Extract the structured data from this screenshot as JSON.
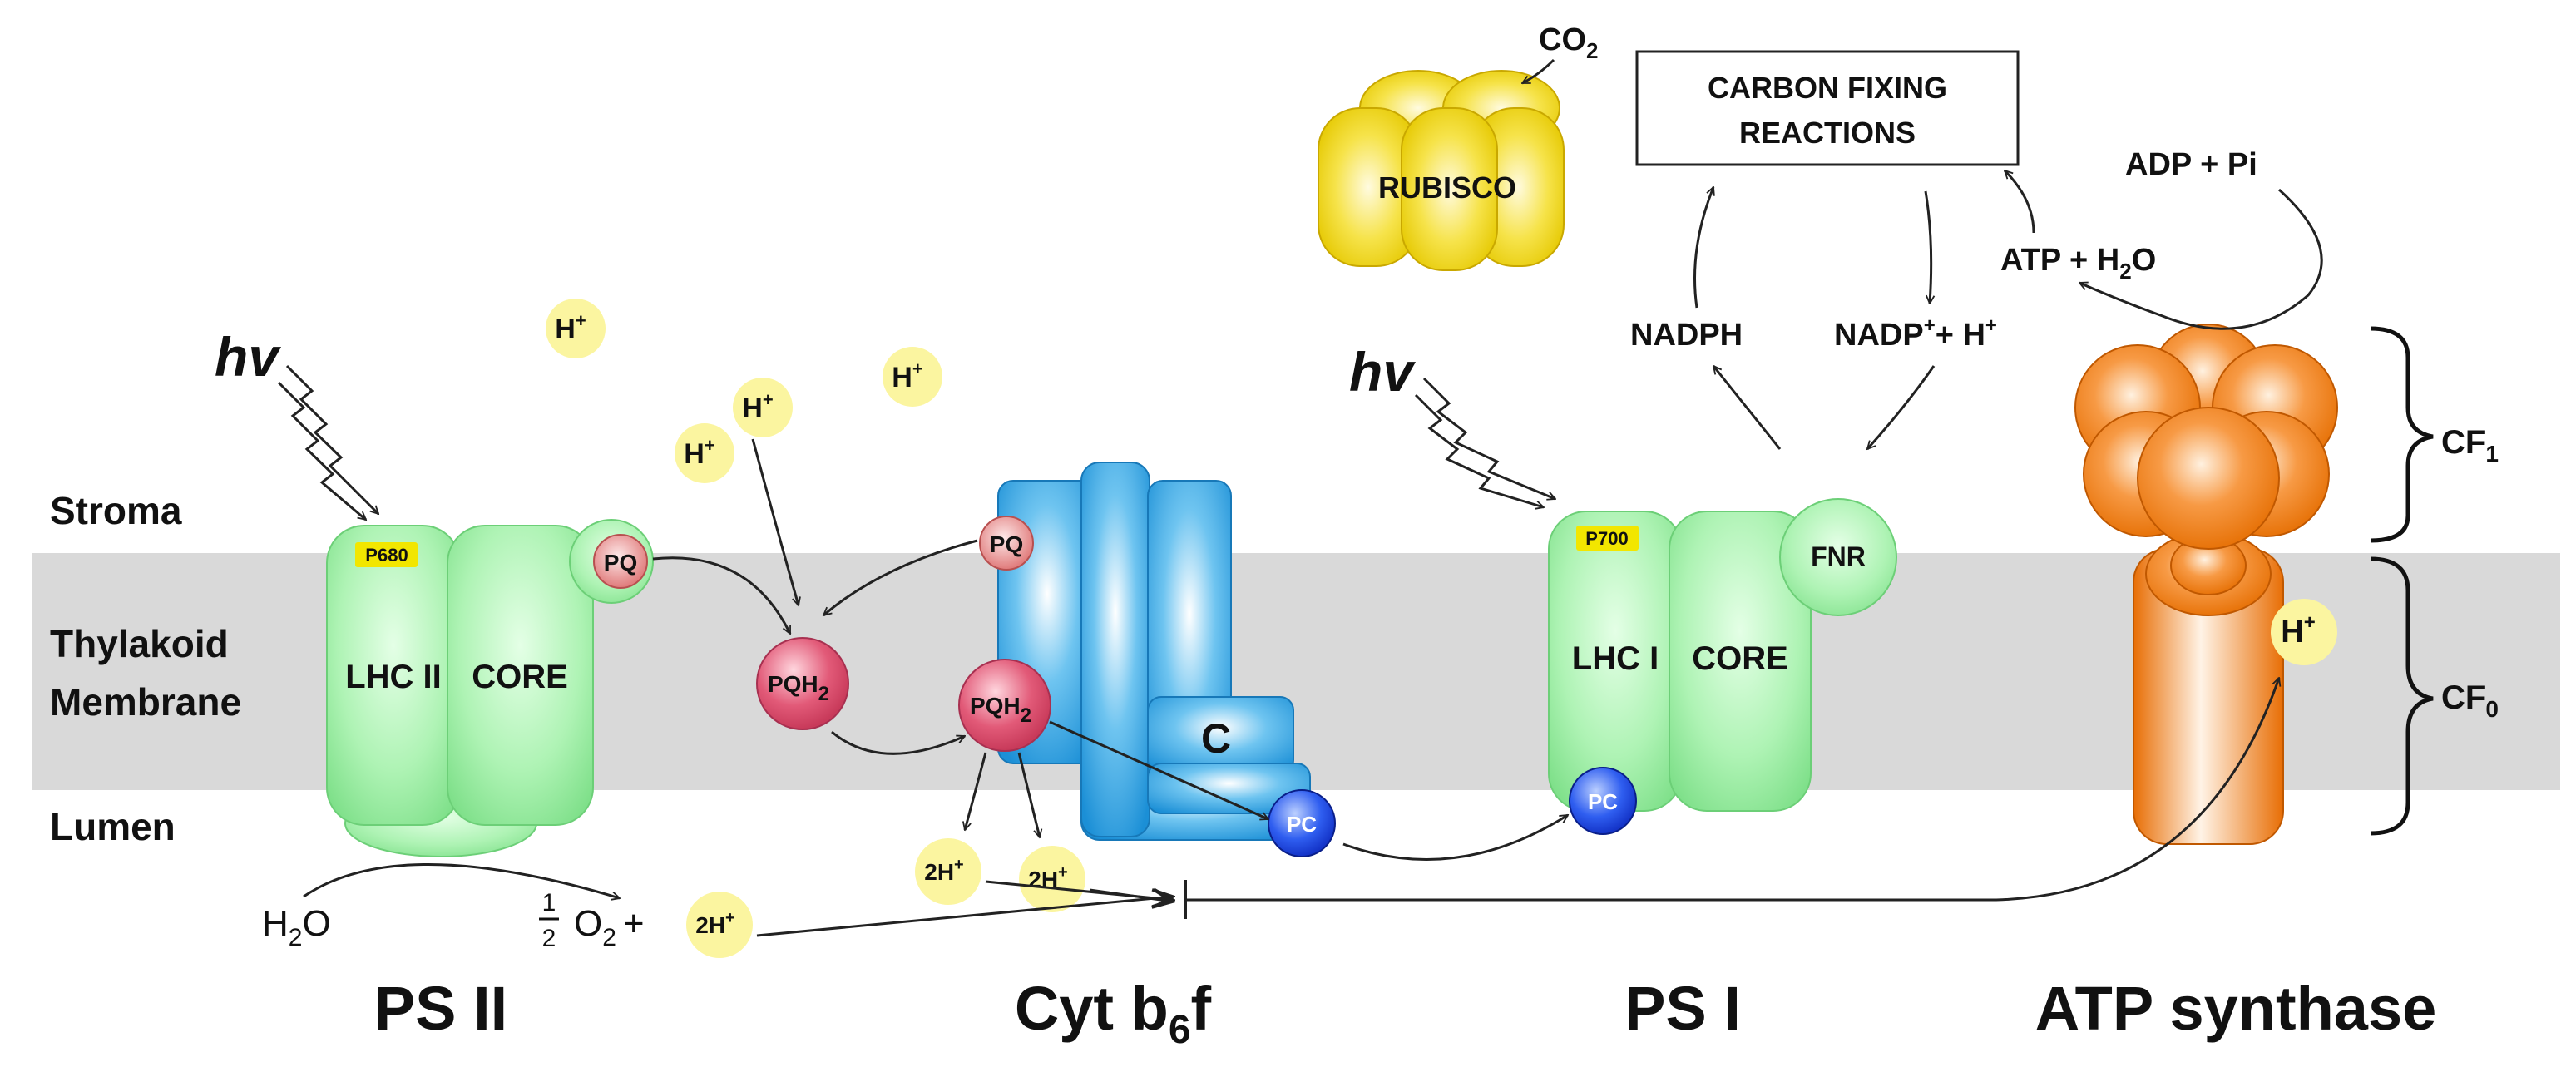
{
  "regions": {
    "stroma": "Stroma",
    "membrane": [
      "Thylakoid",
      "Membrane"
    ],
    "lumen": "Lumen"
  },
  "complexes": {
    "psii": "PS II",
    "cyt_prefix": "Cyt b",
    "cyt_sub": "6",
    "cyt_suffix": "f",
    "psi": "PS I",
    "atp": "ATP synthase"
  },
  "psii": {
    "lhc": "LHC II",
    "core": "CORE",
    "p680": "P680"
  },
  "psi": {
    "lhc": "LHC I",
    "core": "CORE",
    "p700": "P700",
    "fnr": "FNR"
  },
  "cyt": {
    "c_label": "C"
  },
  "carriers": {
    "pq": "PQ",
    "pqh": "PQH",
    "pqh_sub": "2",
    "pc": "PC"
  },
  "light": "hv",
  "proton": {
    "h": "H",
    "sup": "+",
    "two_h": "2H"
  },
  "water": {
    "h2o_h": "H",
    "h2o_sub": "2",
    "h2o_o": "O",
    "half_num": "1",
    "half_den": "2",
    "o2_o": "O",
    "o2_sub": "2",
    "plus": "+"
  },
  "calvin": {
    "box_line1": "CARBON FIXING",
    "box_line2": "REACTIONS",
    "co2": "CO",
    "co2_sub": "2",
    "rubisco": "RUBISCO",
    "nadph": "NADPH",
    "nadp": "NADP",
    "nadp_tail": "+ H",
    "atp_h2o": "ATP + H",
    "atp_h2o_sub": "2",
    "atp_h2o_o": "O",
    "adp_pi": "ADP + Pi"
  },
  "atp_parts": {
    "cf1": "CF",
    "cf1_sub": "1",
    "cf0": "CF",
    "cf0_sub": "0"
  },
  "colors": {
    "green": "#9ef0a6",
    "blue": "#1f9fe0",
    "orange": "#f07a10",
    "yellow": "#f2d800",
    "proton": "#fbf5a0",
    "pq": "#e88a8a",
    "pqh2": "#e0506a",
    "pc": "#1e4fe0",
    "membrane": "#d9d9d9"
  }
}
